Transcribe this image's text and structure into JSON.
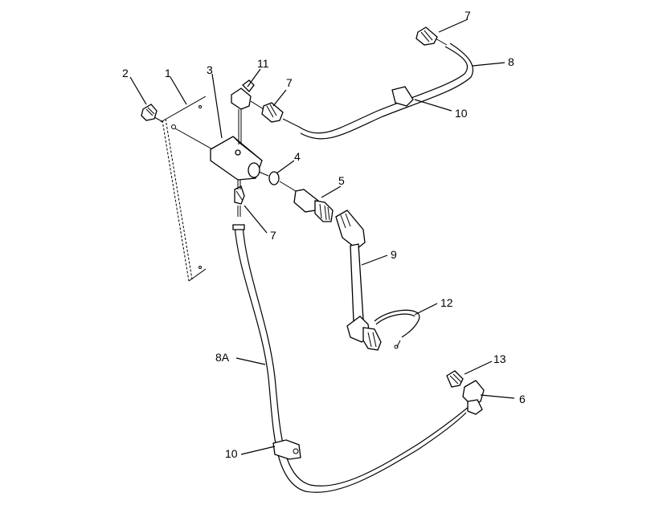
{
  "diagram": {
    "callouts": {
      "c1": "1",
      "c2": "2",
      "c3": "3",
      "c4": "4",
      "c5": "5",
      "c6": "6",
      "c7_top": "7",
      "c7_mid": "7",
      "c7_low": "7",
      "c8": "8",
      "c8a": "8A",
      "c9": "9",
      "c10_upper": "10",
      "c10_lower": "10",
      "c11": "11",
      "c12": "12",
      "c13": "13"
    },
    "colors": {
      "line": "#000000",
      "background": "#ffffff"
    }
  }
}
